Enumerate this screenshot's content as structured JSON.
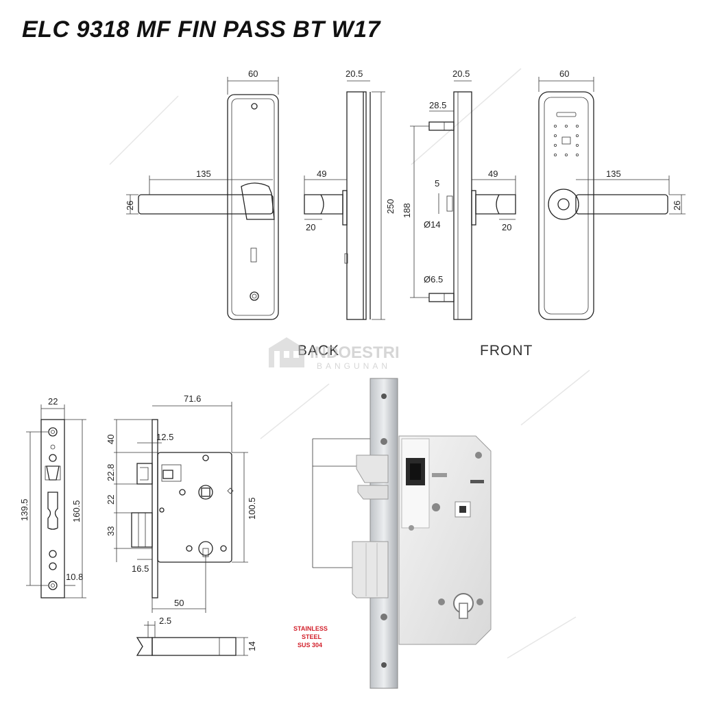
{
  "title": "ELC 9318 MF FIN PASS BT W17",
  "labels": {
    "back": "BACK",
    "front": "FRONT",
    "stainless": [
      "STAINLESS",
      "STEEL",
      "SUS 304"
    ]
  },
  "watermark": {
    "brand_main": "INDOESTRI",
    "brand_sub": "BANGUNAN"
  },
  "dims": {
    "back_width": "60",
    "back_handle": "135",
    "back_handle_h": "26",
    "side1_thick": "20.5",
    "side1_proj": "49",
    "side1_neck": "20",
    "height_total": "250",
    "side2_thick": "20.5",
    "side2_top": "28.5",
    "side2_height": "188",
    "side2_5": "5",
    "side2_d14": "Ø14",
    "side2_d65": "Ø6.5",
    "side2_proj": "49",
    "side2_neck": "20",
    "front_width": "60",
    "front_handle": "135",
    "front_handle_h": "26",
    "face_width": "22",
    "face_h1": "139.5",
    "face_h2": "160.5",
    "face_bottom": "10.8",
    "case_width": "71.6",
    "case_40": "40",
    "case_125": "12.5",
    "case_228": "22.8",
    "case_22": "22",
    "case_33": "33",
    "case_165": "16.5",
    "case_1005": "100.5",
    "case_50": "50",
    "bolt_25": "2.5",
    "bolt_14": "14"
  },
  "colors": {
    "accent": "#d21f2a",
    "line": "#222222"
  }
}
